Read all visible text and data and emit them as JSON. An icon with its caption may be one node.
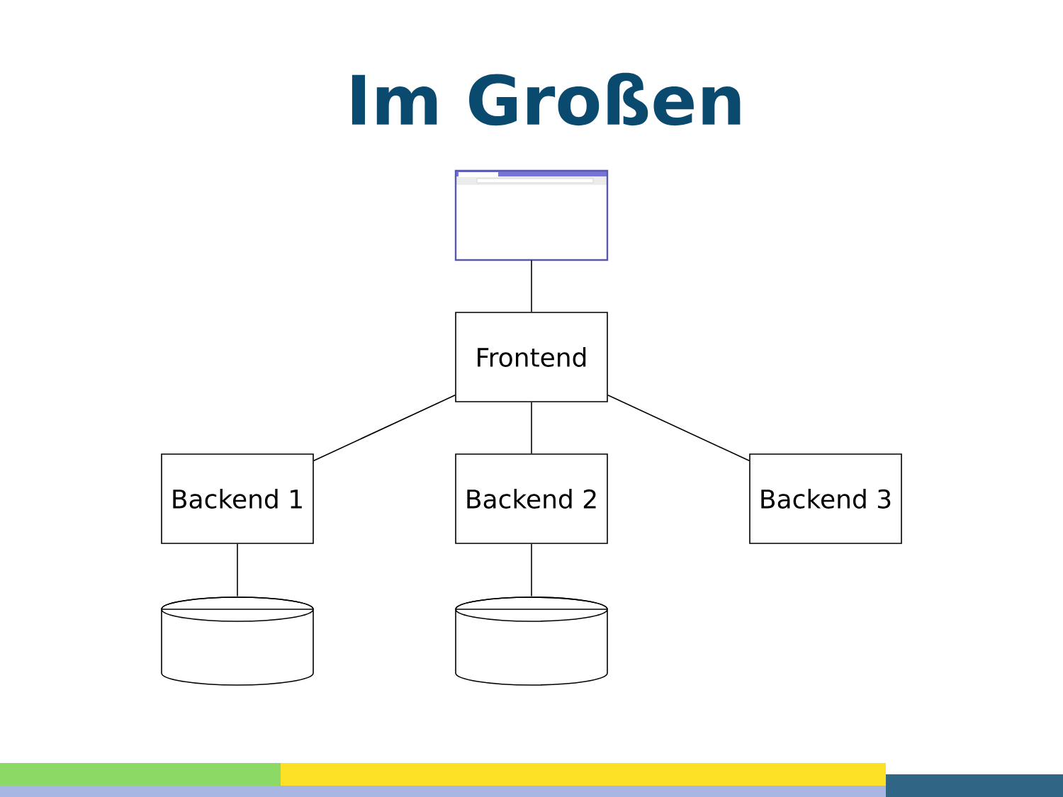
{
  "diagram": {
    "title": "Im Großen",
    "nodes": [
      {
        "text": [],
        "shape": "picture"
      },
      {
        "text": [
          "Frontend"
        ]
      },
      {
        "text": [
          "Backend 1"
        ]
      },
      {
        "text": [
          "Backend 2"
        ]
      },
      {
        "text": [
          "Backend 3"
        ]
      },
      {
        "text": [],
        "shape": "cylinder"
      },
      {
        "text": [],
        "shape": "cylinder"
      }
    ],
    "edges": [
      {
        "from": 0,
        "to": 1,
        "arrow": "none"
      },
      {
        "from": 1,
        "to": 2,
        "arrow": "none"
      },
      {
        "from": 1,
        "to": 3,
        "arrow": "none"
      },
      {
        "from": 1,
        "to": 4,
        "arrow": "none"
      },
      {
        "from": 2,
        "to": 5,
        "arrow": "none"
      },
      {
        "from": 3,
        "to": 6,
        "arrow": "none"
      }
    ]
  }
}
